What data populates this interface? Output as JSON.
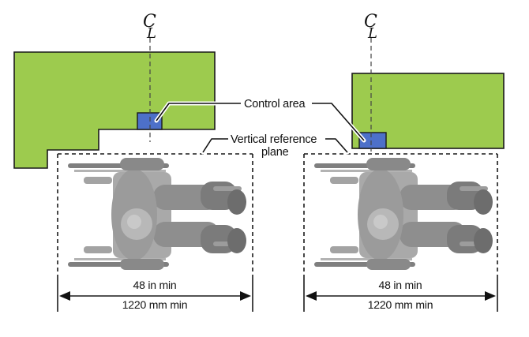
{
  "diagram": {
    "centerline_symbol": {
      "c": "C",
      "l": "L"
    },
    "control_area_label": "Control area",
    "reference_plane_label": {
      "line1": "Vertical reference",
      "line2": "plane"
    },
    "left": {
      "dimension_imperial": "48 in min",
      "dimension_metric": "1220 mm min"
    },
    "right": {
      "dimension_imperial": "48 in min",
      "dimension_metric": "1220 mm min"
    }
  },
  "colors": {
    "wall_green": "#9dcb4e",
    "control_blue": "#4d70c9"
  }
}
